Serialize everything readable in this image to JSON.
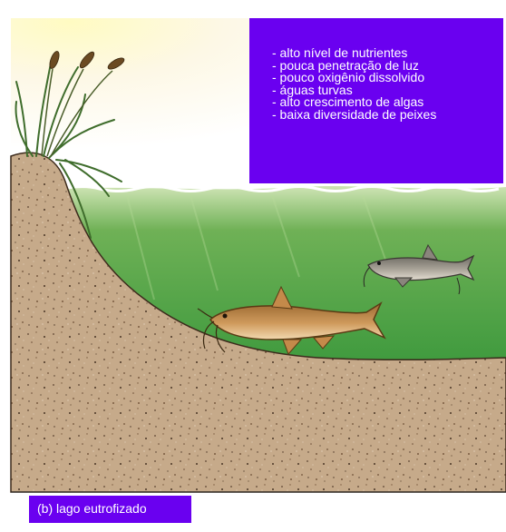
{
  "info_box": {
    "items": [
      "- alto nível de nutrientes",
      "- pouca penetração de luz",
      "- pouco oxigênio dissolvido",
      "- águas turvas",
      "- alto crescimento de algas",
      "- baixa diversidade de peixes"
    ]
  },
  "caption": "(b) lago eutrofizado"
}
